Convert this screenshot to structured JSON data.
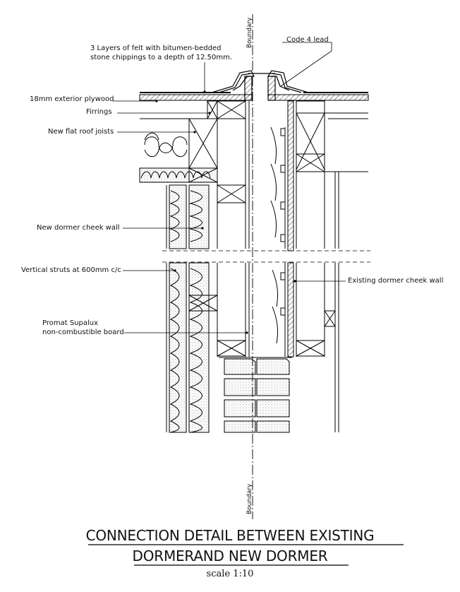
{
  "title": {
    "line1": "CONNECTION DETAIL BETWEEN EXISTING",
    "line2": "DORMERAND NEW DORMER",
    "scale": "scale 1:10"
  },
  "boundary_label": "Boundary",
  "labels": {
    "felt_line1": "3 Layers of felt with bitumen-bedded",
    "felt_line2": "stone chippings to a depth of 12.50mm.",
    "lead": "Code 4 lead",
    "plywood": "18mm exterior plywood",
    "firrings": "Firrings",
    "joists": "New flat roof joists",
    "new_cheek_wall": "New dormer cheek wall",
    "struts": "Vertical struts at 600mm c/c",
    "existing_cheek_wall": "Existing dormer cheek wall",
    "promat_line1": "Promat Supalux",
    "promat_line2": "non-combustible board"
  }
}
